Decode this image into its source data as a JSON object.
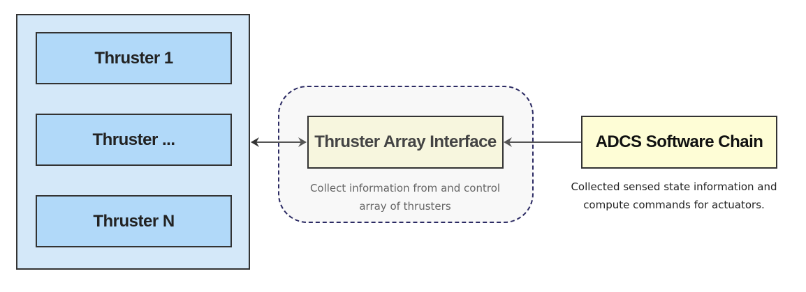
{
  "thruster_array": {
    "thrusters": [
      "Thruster 1",
      "Thruster ...",
      "Thruster N"
    ]
  },
  "interface": {
    "label": "Thruster Array Interface",
    "caption_line1": "Collect information from and control",
    "caption_line2": "array of thrusters"
  },
  "adcs": {
    "label": "ADCS Software Chain",
    "caption_line1": "Collected sensed state information and",
    "caption_line2": "compute commands for actuators."
  }
}
